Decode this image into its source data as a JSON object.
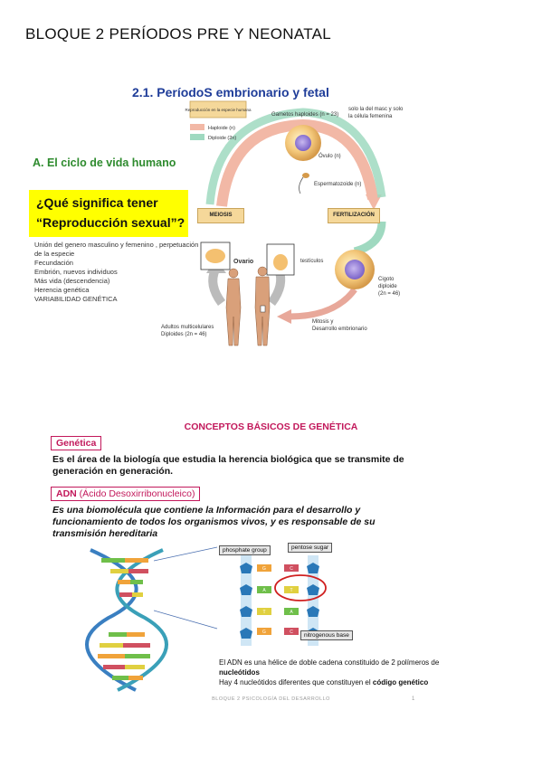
{
  "page_title": "BLOQUE 2 PERÍODOS PRE Y NEONATAL",
  "section_title": "2.1. PeríodoS embrionario y fetal",
  "cycle_title": "A. El ciclo de vida humano",
  "question": [
    "¿Qué significa tener",
    "“Reproducción sexual”?"
  ],
  "answers": [
    "Unión del genero masculino y femenino , perpetuación",
    "de la especie",
    "Fecundación",
    "Embrión, nuevos individuos",
    "Más vida (descendencia)",
    "Herencia genética",
    "VARIABILIDAD GENÉTICA"
  ],
  "diagram": {
    "legend_title": "Reproducción en la especie humana",
    "legend_haploid": "Haploide (n)",
    "legend_diploid": "Diploide (2n)",
    "gametes": "Gametos haploides (n = 23)",
    "gametes_note": [
      "solo la del masc y solo",
      "la célula femenina"
    ],
    "ovule": "Óvulo (n)",
    "sperm": "Espermatozoide (n)",
    "meiosis": "MEIOSIS",
    "fertilization": "FERTILIZACIÓN",
    "ovary": "Ovario",
    "testicles": "testículos",
    "zygote": [
      "Cigoto",
      "diploide",
      "(2n = 46)"
    ],
    "mitosis": [
      "Mitosis y",
      "Desarrollo embrionario"
    ],
    "adults": [
      "Adultos multicelulares",
      "Diploides (2n = 46)"
    ]
  },
  "concepts_title": "CONCEPTOS BÁSICOS DE GENÉTICA",
  "genetics_label": "Genética",
  "genetics_def": [
    "Es el área de la biología que estudia la herencia biológica que se transmite de",
    "generación en generación."
  ],
  "adn_label": "ADN",
  "adn_full": "(Ácido Desoxirribonucleico)",
  "adn_def": [
    "Es una biomolécula que contiene la Información para el desarrollo y",
    "funcionamiento de todos los organismos vivos, y es responsable de su",
    "transmisión hereditaria"
  ],
  "dna_labels": {
    "phosphate": "phosphate group",
    "pentose": "pentose sugar",
    "nitrogenous": "nitrogenous base"
  },
  "dna_caption_1a": "El ADN es una hélice de doble cadena constituido de 2 polímeros de",
  "dna_caption_1b": "nucleótidos",
  "dna_caption_2a": "Hay 4 nucleótidos diferentes que constituyen el ",
  "dna_caption_2b": "código genético",
  "footer": "BLOQUE 2 PSICOLOGÍA DEL DESARROLLO",
  "footer_page": "1",
  "colors": {
    "haploid": "#f2a89a",
    "diploid": "#9fd9c0",
    "title_blue": "#1f3d99",
    "pink": "#c2185b",
    "highlight": "#ffff00"
  }
}
